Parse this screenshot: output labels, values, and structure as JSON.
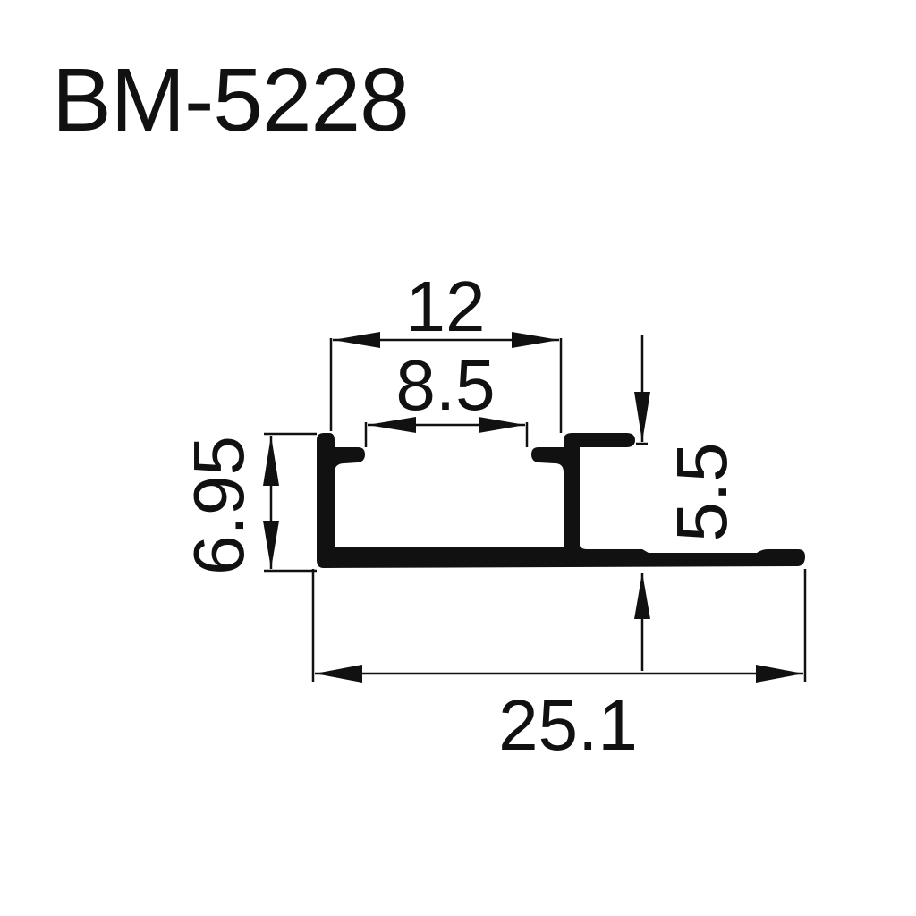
{
  "title": "BM-5228",
  "dimensions": {
    "top_width": "12",
    "slot_width": "8.5",
    "height_left": "6.95",
    "height_right": "5.5",
    "total_width": "25.1"
  },
  "colors": {
    "ink": "#111111",
    "background": "#ffffff"
  }
}
